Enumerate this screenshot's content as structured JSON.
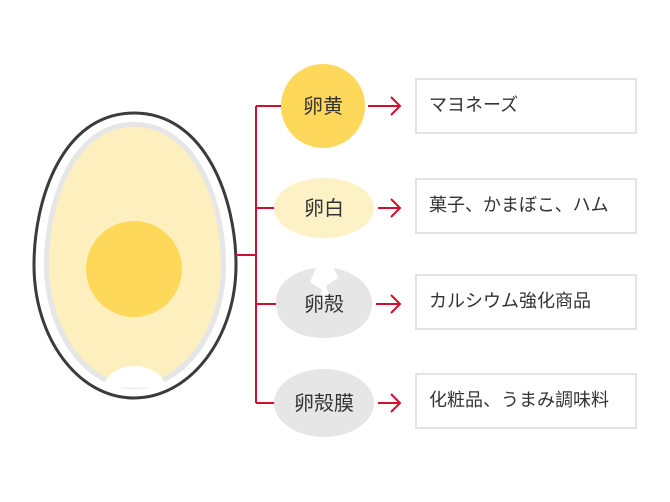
{
  "colors": {
    "yolk": "#fdd85a",
    "albumen_fill": "#fdf0be",
    "albumen_node": "#fdf2c6",
    "shell_gray": "#e6e6e6",
    "egg_outline": "#3b3b3b",
    "connector_red": "#d0102f",
    "box_border": "#e3e3e3",
    "text": "#333333"
  },
  "nodes": [
    {
      "label": "卵黄",
      "use": "マヨネーズ"
    },
    {
      "label": "卵白",
      "use": "菓子、かまぼこ、ハム"
    },
    {
      "label": "卵殻",
      "use": "カルシウム強化商品"
    },
    {
      "label": "卵殻膜",
      "use": "化粧品、うまみ調味料"
    }
  ]
}
